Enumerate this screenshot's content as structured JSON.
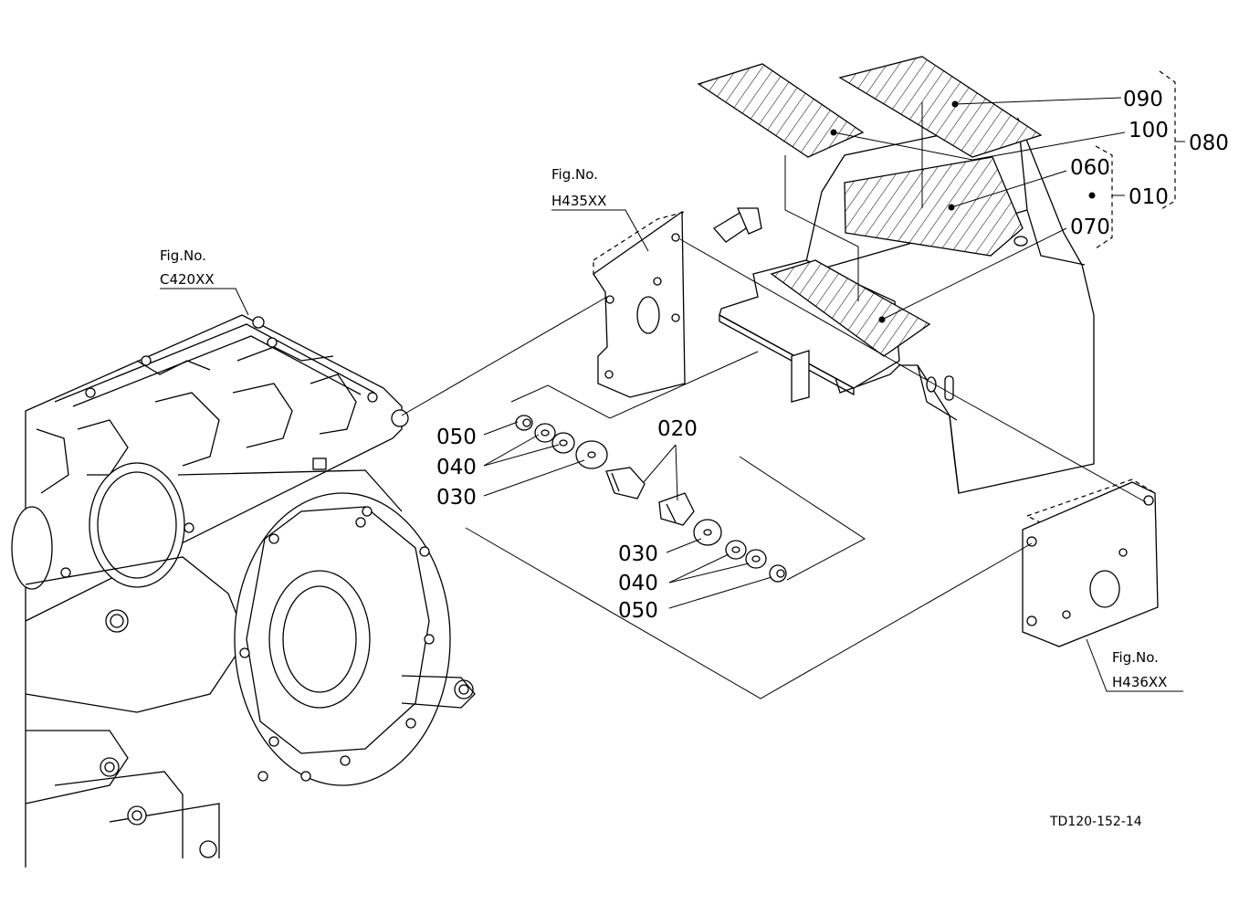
{
  "callouts": {
    "c090": "090",
    "c100": "100",
    "c080": "080",
    "c060": "060",
    "c010": "010",
    "c070": "070",
    "c020": "020",
    "c050_left": "050",
    "c040_left": "040",
    "c030_left": "030",
    "c030_right": "030",
    "c040_right": "040",
    "c050_right": "050"
  },
  "figure_refs": {
    "h435": {
      "label": "Fig.No.",
      "code": "H435XX"
    },
    "c420": {
      "label": "Fig.No.",
      "code": "C420XX"
    },
    "h436": {
      "label": "Fig.No.",
      "code": "H436XX"
    }
  },
  "drawing_code": "TD120-152-14"
}
